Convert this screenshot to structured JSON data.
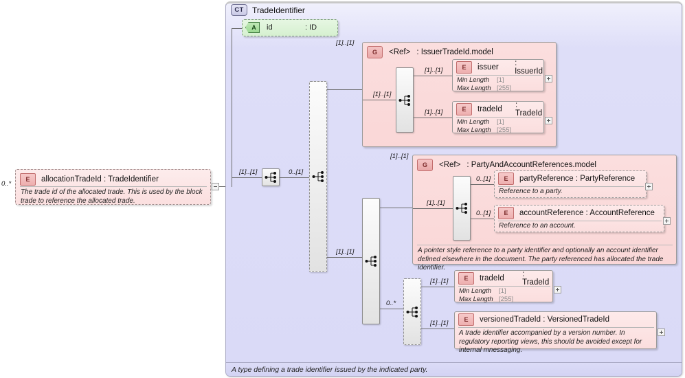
{
  "diagram": {
    "title": "TradeIdentifier",
    "type_tag": "CT",
    "footer_doc": "A type defining a trade identifier issued by the indicated party."
  },
  "left_element": {
    "cardinality": "0..*",
    "tag": "E",
    "label": "allocationTradeId  : TradeIdentifier",
    "doc": "The trade id of the allocated trade. This is used by the block trade to reference the allocated trade.",
    "expander": "minus"
  },
  "attribute": {
    "tag": "A",
    "name": "id",
    "type": ": ID"
  },
  "compositors": {
    "root": {
      "cardinality_in": "[1]..[1]",
      "cardinality_out": "0..[1]"
    },
    "outer_choice": {
      "cardinality_issuer_model": "[1]..[1]",
      "cardinality_lower": "[1]..[1]"
    },
    "lower_choice": {
      "cardinality_party_model": "[1]..[1]",
      "cardinality_trade": "0..*"
    },
    "trade_choice": {
      "cardinality_tradeid": "[1]..[1]",
      "cardinality_versioned": "[1]..[1]"
    }
  },
  "groups": [
    {
      "tag": "G",
      "ref": "<Ref>",
      "name": ": IssuerTradeId.model",
      "inner_cardinality": "[1]..[1]",
      "elements": [
        {
          "tag": "E",
          "name": "issuer",
          "type": ": IssuerId",
          "cardinality": "[1]..[1]",
          "facets": [
            {
              "label": "Min Length",
              "value": "[1]"
            },
            {
              "label": "Max Length",
              "value": "[255]"
            }
          ],
          "expander": "plus",
          "dashed": false
        },
        {
          "tag": "E",
          "name": "tradeId",
          "type": ": TradeId",
          "cardinality": "[1]..[1]",
          "facets": [
            {
              "label": "Min Length",
              "value": "[1]"
            },
            {
              "label": "Max Length",
              "value": "[255]"
            }
          ],
          "expander": "plus",
          "dashed": false
        }
      ]
    },
    {
      "tag": "G",
      "ref": "<Ref>",
      "name": ": PartyAndAccountReferences.model",
      "inner_cardinality": "[1]..[1]",
      "doc": "A pointer style reference to a party identifier and optionally an account identifier defined elsewhere in the document. The party referenced has allocated the trade identifier.",
      "elements": [
        {
          "tag": "E",
          "name": "partyReference : PartyReference",
          "cardinality": "0..[1]",
          "doc": "Reference to a party.",
          "expander": "plus",
          "dashed": true
        },
        {
          "tag": "E",
          "name": "accountReference : AccountReference",
          "cardinality": "0..[1]",
          "doc": "Reference to an account.",
          "expander": "plus",
          "dashed": true
        }
      ]
    }
  ],
  "bottom_elements": [
    {
      "tag": "E",
      "name": "tradeId",
      "type": ": TradeId",
      "cardinality": "[1]..[1]",
      "facets": [
        {
          "label": "Min Length",
          "value": "[1]"
        },
        {
          "label": "Max Length",
          "value": "[255]"
        }
      ],
      "expander": "plus"
    },
    {
      "tag": "E",
      "name": "versionedTradeId : VersionedTradeId",
      "cardinality": "[1]..[1]",
      "doc": "A trade identifier accompanied by a version number. In regulatory reporting views, this should be avoided except for internal mnessaging.",
      "expander": "plus"
    }
  ]
}
